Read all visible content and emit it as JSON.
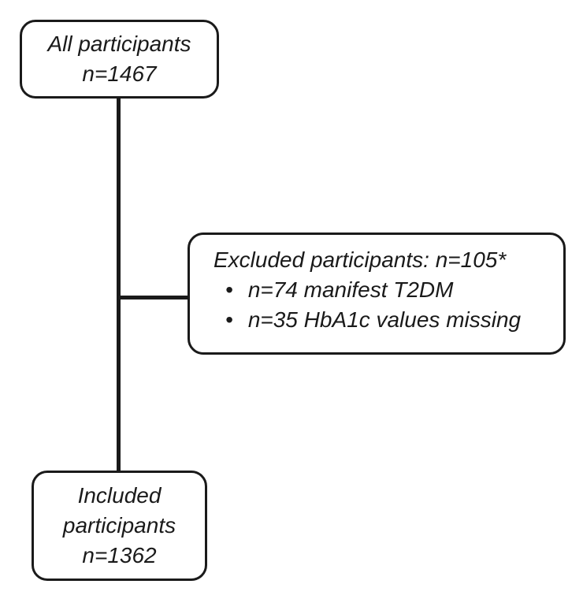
{
  "diagram": {
    "type": "flowchart",
    "nodes": {
      "all_participants": {
        "label": "All participants",
        "count": "n=1467"
      },
      "excluded": {
        "title": "Excluded participants: n=105*",
        "bullet_glyph": "•",
        "bullets": [
          "n=74 manifest T2DM",
          "n=35 HbA1c values missing"
        ]
      },
      "included": {
        "lines": [
          "Included",
          "participants",
          "n=1362"
        ]
      }
    },
    "colors": {
      "stroke": "#1a1a1a",
      "text": "#1a1a1a",
      "background": "#ffffff"
    }
  }
}
